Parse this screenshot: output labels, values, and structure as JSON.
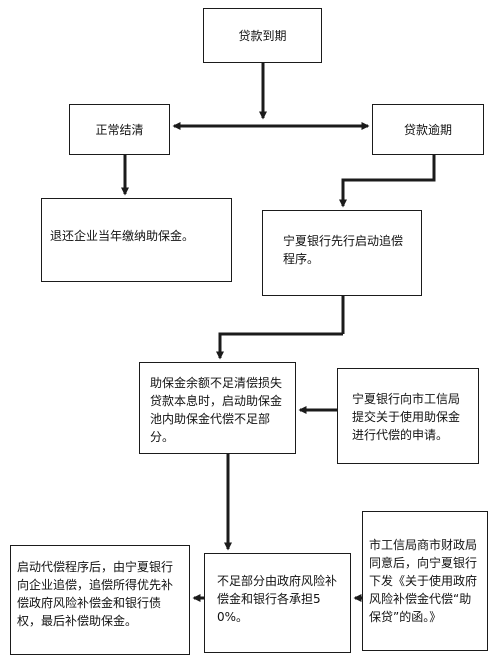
{
  "flow": {
    "loan_due": "贷款到期",
    "normal_settlement": "正常结清",
    "loan_overdue": "贷款逾期",
    "refund": "退还企业当年缴纳助保金。",
    "ningxia_recovery": "宁夏银行先行启动追偿程序。",
    "insufficient_balance": "助保金余额不足清偿损失贷款本息时，启动助保金池内助保金代偿不足部分。",
    "apply_compensation": "宁夏银行向市工信局提交关于使用助保金进行代偿的申请。",
    "recover_from_company": "启动代偿程序后，由宁夏银行向企业追偿，追偿所得优先补偿政府风险补偿金和银行债权，最后补偿助保金。",
    "shared_risk": "不足部分由政府风险补偿金和银行各承担50%。",
    "bureau_approval": "市工信局商市财政局同意后，向宁夏银行下发《关于使用政府风险补偿金代偿“助保贷”的函。》"
  },
  "style": {
    "line_color": "#1b1b1b",
    "background": "#ffffff"
  }
}
